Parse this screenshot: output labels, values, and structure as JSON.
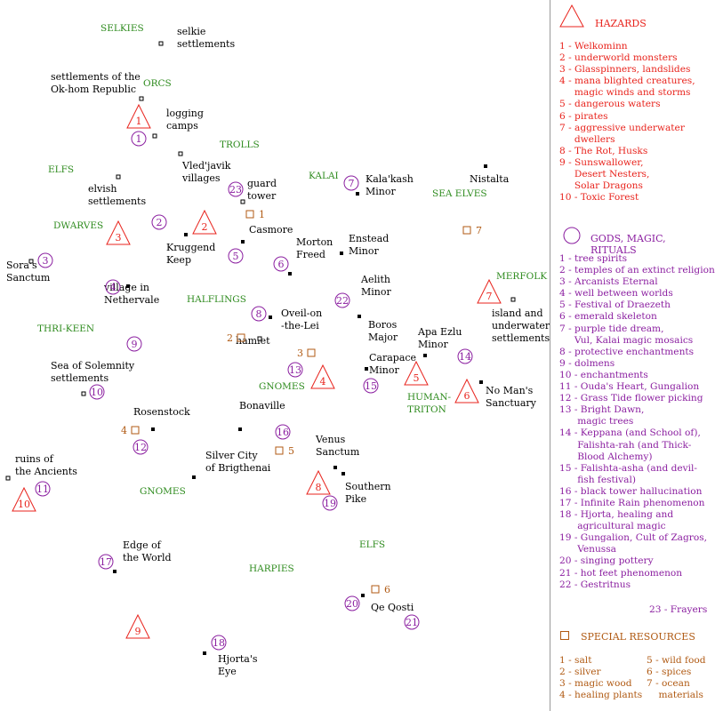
{
  "regions": [
    "SELKIES",
    "ORCS",
    "TROLLS",
    "ELFS",
    "KALAI",
    "SEA ELVES",
    "DWARVES",
    "HALFLINGS",
    "MERFOLK",
    "THRI-KEEN",
    "GNOMES",
    "HUMAN-",
    "TRITON",
    "GNOMES",
    "ELFS",
    "HARPIES"
  ],
  "places": [
    [
      "selkie",
      "settlements"
    ],
    [
      "settlements of the",
      "Ok-hom Republic"
    ],
    [
      "logging",
      "camps"
    ],
    [
      "Vled'javik",
      "villages"
    ],
    [
      "elvish",
      "settlements"
    ],
    [
      "guard",
      "tower"
    ],
    [
      "Kala'kash",
      "Minor"
    ],
    [
      "Nistalta"
    ],
    [
      "Casmore"
    ],
    [
      "Kruggend",
      "Keep"
    ],
    [
      "Sora's",
      "Sanctum"
    ],
    [
      "Enstead",
      "Minor"
    ],
    [
      "Morton",
      "Freed"
    ],
    [
      "Aelith",
      "Minor"
    ],
    [
      "village in",
      "Nethervale"
    ],
    [
      "island and",
      "underwater",
      "settlements"
    ],
    [
      "Oveil-on",
      "-the-Lei"
    ],
    [
      "Boros",
      "Major"
    ],
    [
      "hamlet"
    ],
    [
      "Apa Ezlu",
      "Minor"
    ],
    [
      "Carapace",
      "Minor"
    ],
    [
      "No Man's",
      "Sanctuary"
    ],
    [
      "Sea of Solemnity",
      "settlements"
    ],
    [
      "Bonaville"
    ],
    [
      "Rosenstock"
    ],
    [
      "Venus",
      "Sanctum"
    ],
    [
      "Silver City",
      "of Brigthenai"
    ],
    [
      "ruins of",
      "the Ancients"
    ],
    [
      "Southern",
      "Pike"
    ],
    [
      "Edge of",
      "the World"
    ],
    [
      "Qe Qosti"
    ],
    [
      "Hjorta's",
      "Eye"
    ]
  ],
  "map_hazards": [
    "1",
    "2",
    "3",
    "4",
    "5",
    "6",
    "7",
    "8",
    "9",
    "10"
  ],
  "map_magic": [
    "1",
    "2",
    "3",
    "4",
    "5",
    "6",
    "7",
    "8",
    "9",
    "10",
    "11",
    "12",
    "13",
    "14",
    "15",
    "16",
    "17",
    "18",
    "19",
    "20",
    "21",
    "22",
    "23"
  ],
  "map_resources": [
    "1",
    "2",
    "3",
    "4",
    "5",
    "6",
    "7"
  ],
  "legend": {
    "hazards_title": "HAZARDS",
    "hazards": [
      "1 - Welkominn",
      "2 - underworld monsters",
      "3 - Glasspinners, landslides",
      "4 - mana blighted creatures,\n     magic winds and storms",
      "5 - dangerous waters",
      "6 - pirates",
      "7 - aggressive underwater\n     dwellers",
      "8 - The Rot, Husks",
      "9 - Sunswallower,\n     Desert Nesters,\n     Solar Dragons",
      "10 - Toxic Forest"
    ],
    "magic_title": "GODS, MAGIC, RITUALS",
    "magic": [
      "1 - tree spirits",
      "2 - temples of an extinct religion",
      "3 - Arcanists Eternal",
      "4 - well between worlds",
      "5 - Festival of Draezeth",
      "6 - emerald skeleton",
      "7 - purple tide dream,\n     Vul, Kalai magic mosaics",
      "8 - protective enchantments",
      "9 - dolmens",
      "10 - enchantments",
      "11 - Ouda's Heart, Gungalion",
      "12 - Grass Tide flower picking",
      "13 - Bright Dawn,\n      magic trees",
      "14 - Keppana (and School of),\n      Falishta-rah (and Thick-\n      Blood Alchemy)",
      "15 - Falishta-asha (and devil-\n      fish festival)",
      "16 - black tower hallucination",
      "17 - Infinite Rain phenomenon",
      "18 - Hjorta, healing and\n      agricultural magic",
      "19 - Gungalion, Cult of Zagros,\n      Venussa",
      "20 - singing pottery",
      "21 - hot feet phenomenon",
      "22 - Gestritnus"
    ],
    "magic_23": "23 - Frayers",
    "resources_title": "SPECIAL  RESOURCES",
    "resources_left": [
      "1 - salt",
      "2 - silver",
      "3 - magic wood",
      "4 - healing plants"
    ],
    "resources_right": [
      "5 - wild food",
      "6 - spices",
      "7 - ocean",
      "    materials"
    ]
  },
  "colors": {
    "hazard": "#e8231c",
    "magic": "#8b1fa0",
    "resource": "#b05a13",
    "region": "#2e8b1e",
    "divider": "#9a9a9a"
  }
}
